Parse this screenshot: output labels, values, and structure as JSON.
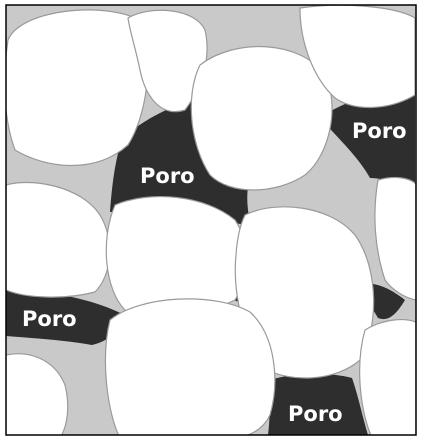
{
  "colors": {
    "pore": "#2e2e2e",
    "matrix": "#c9c9c9",
    "grain": "#ffffff",
    "grain_outline": "#9a9a9a",
    "frame": "#000000",
    "label_text": "#ffffff"
  },
  "labels": {
    "pore_1": "Poro",
    "pore_2": "Poro",
    "pore_3": "Poro",
    "pore_4": "Poro"
  }
}
